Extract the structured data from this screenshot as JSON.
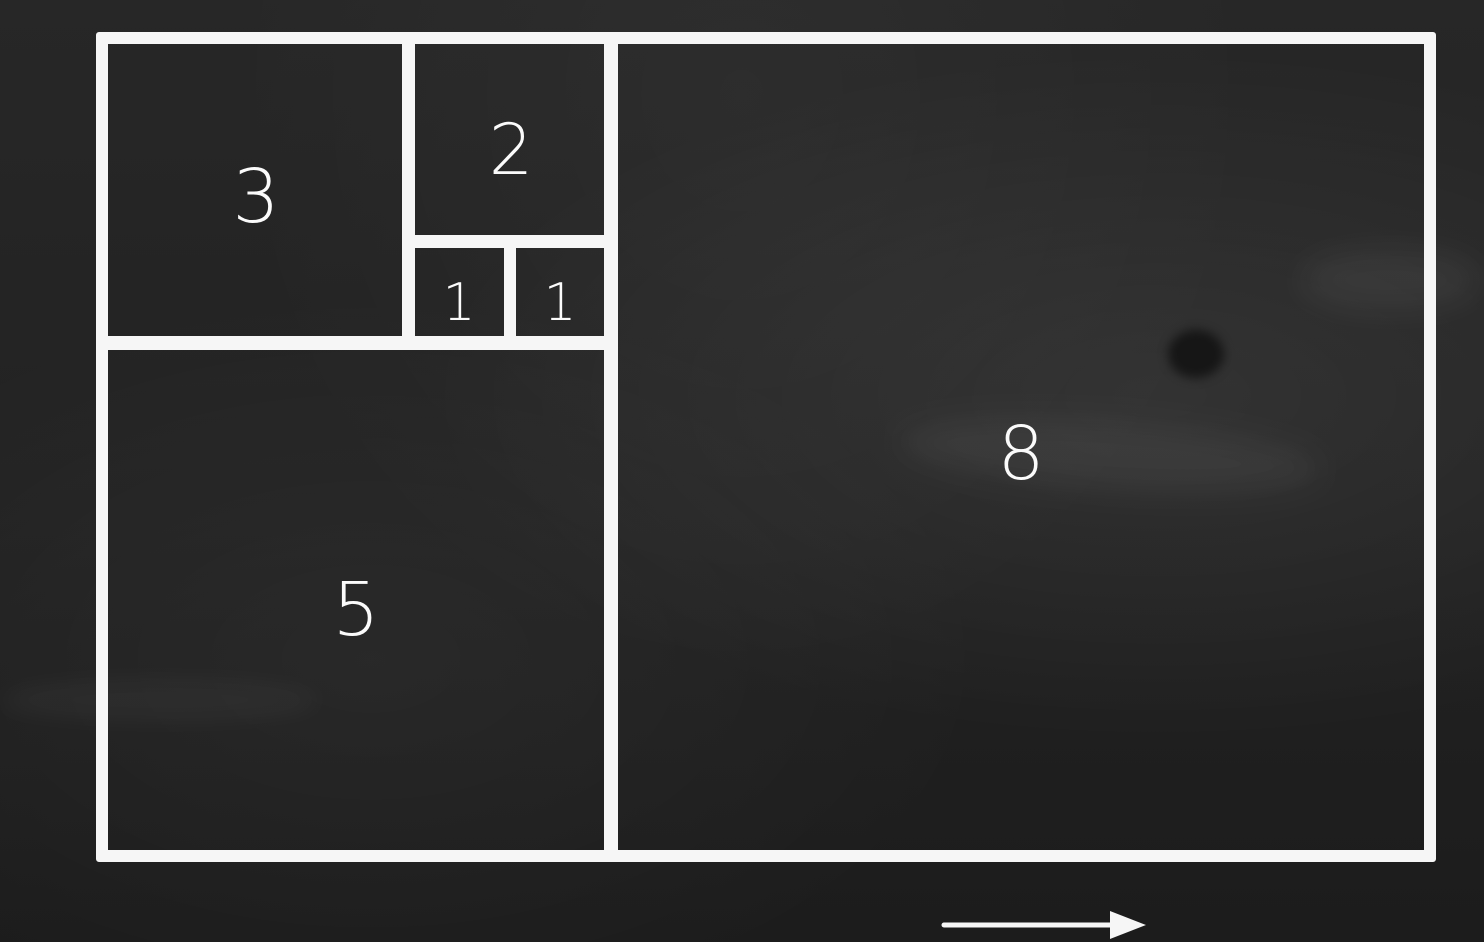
{
  "squares": [
    {
      "id": "square-8",
      "label": "8"
    },
    {
      "id": "square-5",
      "label": "5"
    },
    {
      "id": "square-3",
      "label": "3"
    },
    {
      "id": "square-2",
      "label": "2"
    },
    {
      "id": "square-1-left",
      "label": "1"
    },
    {
      "id": "square-1-right",
      "label": "1"
    }
  ],
  "colors": {
    "board": "#232323",
    "chalk": "#f6f6f6"
  }
}
